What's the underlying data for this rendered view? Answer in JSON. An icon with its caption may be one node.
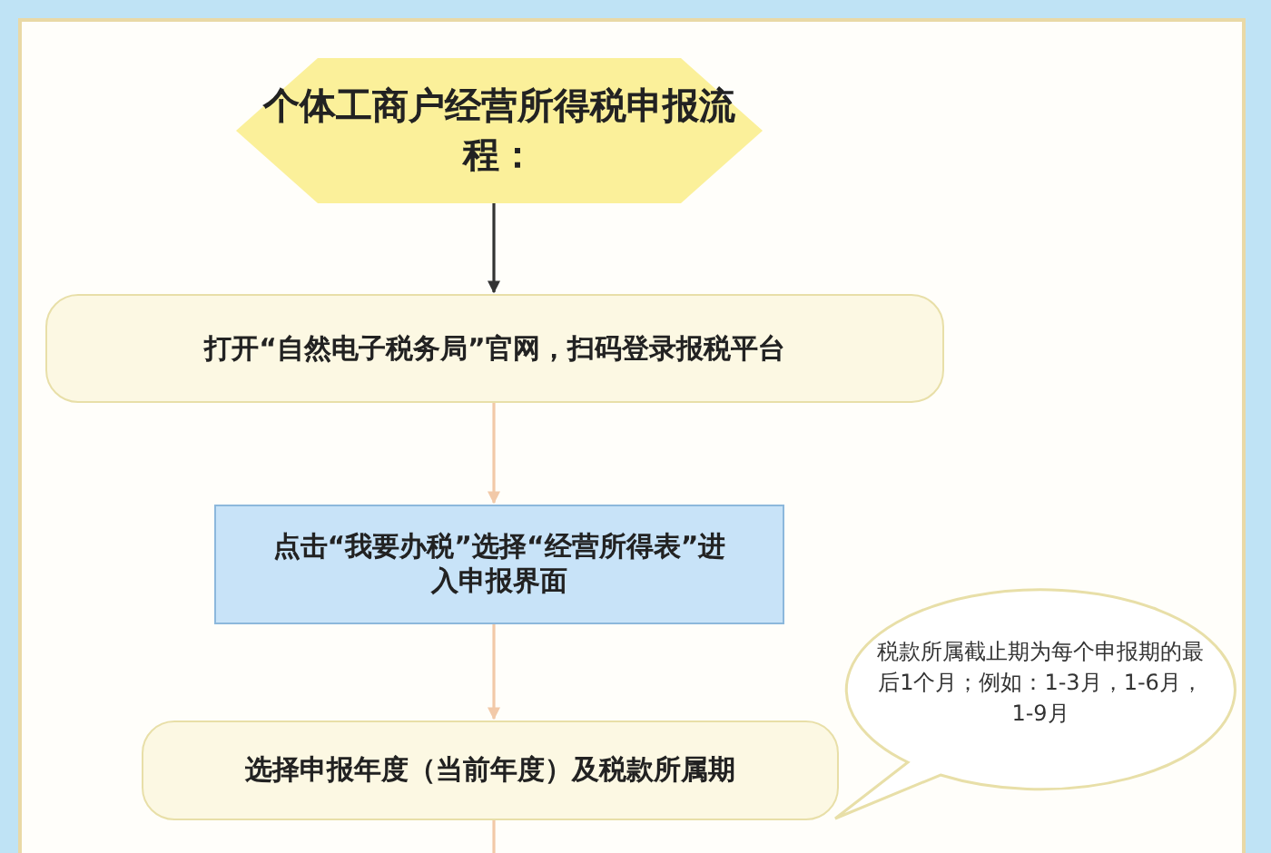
{
  "diagram": {
    "nodes": [
      {
        "text": [
          "个体工商户经营所得税申报流程："
        ]
      },
      {
        "text": [
          "打开“自然电子税务局”官网，扫码登录报税平台"
        ]
      },
      {
        "text": [
          "点击“我要办税”选择“经营所得表”进入申报界面"
        ]
      },
      {
        "text": [
          "选择申报年度（当前年度）及税款所属期"
        ]
      },
      {
        "text": [
          "税款所属截止期为每个申报期的最后1个月；例如：1-3月，1-6月，1-9月"
        ]
      }
    ],
    "edges": [
      {
        "from": 0,
        "to": 1,
        "arrow": "to",
        "color": "#333333"
      },
      {
        "from": 1,
        "to": 2,
        "arrow": "to"
      },
      {
        "from": 2,
        "to": 3,
        "arrow": "to"
      },
      {
        "from": 3,
        "to": null,
        "arrow": "none"
      }
    ]
  }
}
